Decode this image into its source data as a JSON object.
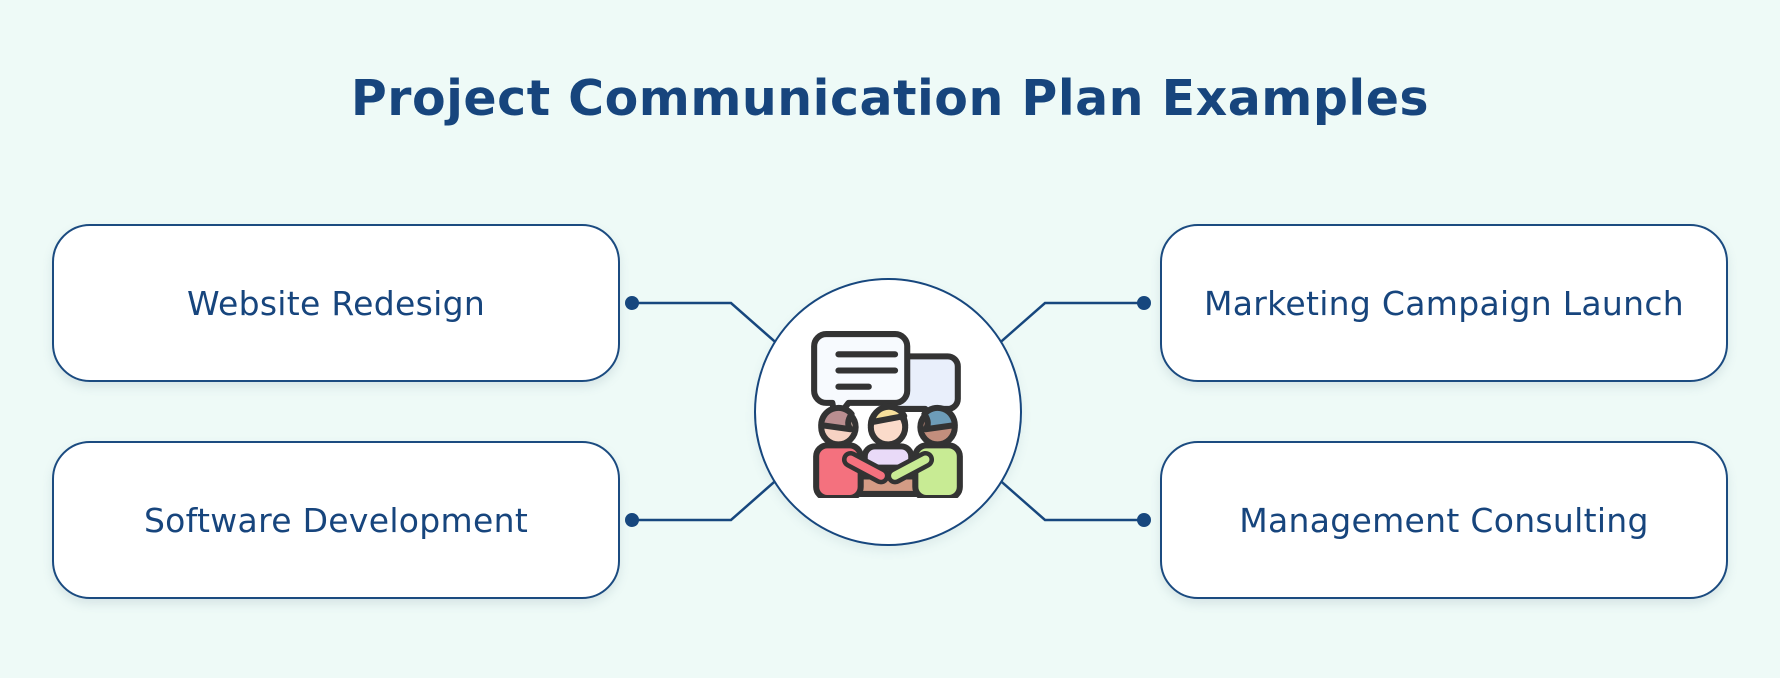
{
  "title": "Project Communication Plan Examples",
  "colors": {
    "background": "#eefaf7",
    "accent_navy": "#17457d",
    "node_border": "#1b4b80",
    "node_fill": "#ffffff",
    "connector": "#17477e"
  },
  "center": {
    "icon": "meeting-discussion-icon"
  },
  "nodes": [
    {
      "label": "Website Redesign",
      "position": "top-left"
    },
    {
      "label": "Software Development",
      "position": "bottom-left"
    },
    {
      "label": "Marketing Campaign Launch",
      "position": "top-right"
    },
    {
      "label": "Management Consulting",
      "position": "bottom-right"
    }
  ]
}
